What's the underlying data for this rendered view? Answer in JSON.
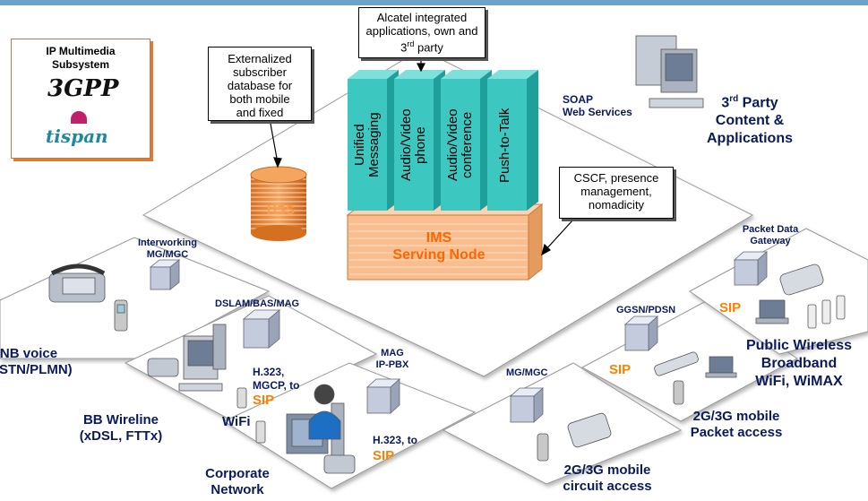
{
  "logo": {
    "title_line1": "IP Multimedia",
    "title_line2": "Subsystem",
    "logo_3gpp": "3GPP",
    "logo_tispan": "tispan"
  },
  "callouts": {
    "alcatel_line1": "Alcatel integrated",
    "alcatel_line2": "applications, own and",
    "alcatel_line3_pre": "3",
    "alcatel_line3_sup": "rd",
    "alcatel_line3_post": " party",
    "hss_line1": "Externalized",
    "hss_line2": "subscriber",
    "hss_line3": "database for",
    "hss_line4": "both mobile",
    "hss_line5": "and fixed",
    "cscf_line1": "CSCF, presence",
    "cscf_line2": "management,",
    "cscf_line3": "nomadicity"
  },
  "apps": [
    {
      "line1": "Unified",
      "line2": "Messaging"
    },
    {
      "line1": "Audio/Video",
      "line2": "phone"
    },
    {
      "line1": "Audio/Video",
      "line2": "conference"
    },
    {
      "line1": "Push-to-Talk",
      "line2": ""
    }
  ],
  "hss_label": "HSS",
  "ims": {
    "line1": "IMS",
    "line2": "Serving Node"
  },
  "soap": {
    "line1": "SOAP",
    "line2": "Web Services"
  },
  "third_party": {
    "sup_pre": "3",
    "sup": "rd",
    "line1_post": " Party",
    "line2": "Content &",
    "line3": "Applications"
  },
  "nodes": {
    "interworking_line1": "Interworking",
    "interworking_line2": "MG/MGC",
    "dslam": "DSLAM/BAS/MAG",
    "mag_line1": "MAG",
    "mag_line2": "IP-PBX",
    "mgmgc": "MG/MGC",
    "ggsn": "GGSN/PDSN",
    "pdg_line1": "Packet Data",
    "pdg_line2": "Gateway"
  },
  "access": {
    "nb_line1": "NB voice",
    "nb_line2": "(PSTN/PLMN)",
    "bb_line1": "BB Wireline",
    "bb_line2": "(xDSL, FTTx)",
    "corp_line1": "Corporate",
    "corp_line2": "Network",
    "circuit_line1": "2G/3G mobile",
    "circuit_line2": "circuit access",
    "packet_line1": "2G/3G mobile",
    "packet_line2": "Packet access",
    "pwb_line1": "Public Wireless",
    "pwb_line2": "Broadband",
    "pwb_line3": "WiFi, WiMAX"
  },
  "protocols": {
    "h323_mgcp_line1": "H.323,",
    "h323_mgcp_line2": "MGCP, to",
    "sip": "SIP",
    "wifi": "WiFi",
    "h323_to": "H.323, to"
  },
  "colors": {
    "accent_blue": "#0a1a5c",
    "sip_orange": "#ff8000",
    "app_teal": "#3cc8c0",
    "ims_orange": "#f7b585",
    "hss_orange": "#e8893a",
    "topbar": "#6fa3c9"
  }
}
